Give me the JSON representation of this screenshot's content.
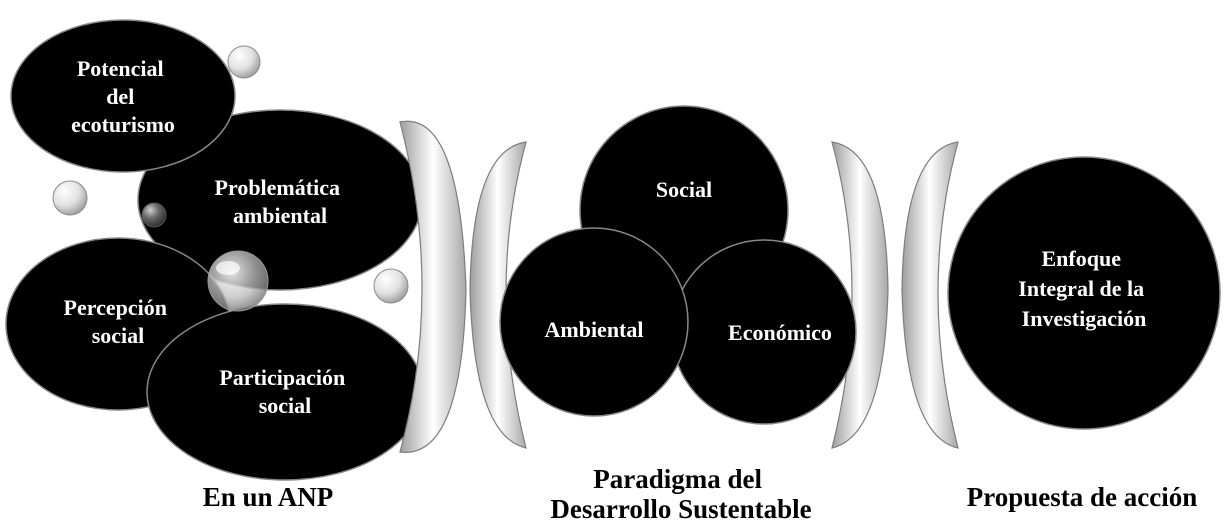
{
  "anp_section": {
    "potencial": [
      "Potencial",
      "del",
      "ecoturismo"
    ],
    "problematica": [
      "Problemática",
      "ambiental"
    ],
    "percepcion": [
      "Percepción",
      "social"
    ],
    "participacion": [
      "Participación",
      "social"
    ],
    "caption": "En un ANP"
  },
  "paradigm_section": {
    "social": "Social",
    "ambiental": "Ambiental",
    "economico": "Económico",
    "caption": [
      "Paradigma del",
      "Desarrollo Sustentable"
    ]
  },
  "action_section": {
    "enfoque": [
      "Enfoque",
      "Integral de la",
      "Investigación"
    ],
    "caption": "Propuesta de acción"
  },
  "colors": {
    "blob": "#000000",
    "blob_text": "#ffffff",
    "background": "#ffffff"
  }
}
